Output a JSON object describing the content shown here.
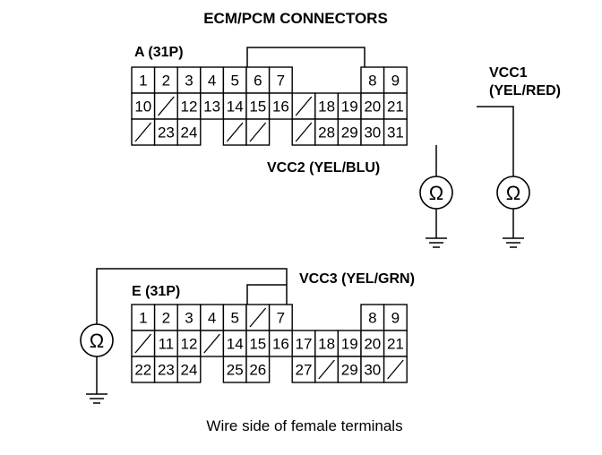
{
  "title": "ECM/PCM CONNECTORS",
  "caption": "Wire side of female terminals",
  "connectors": [
    {
      "name": "A (31P)",
      "rows": [
        [
          "1",
          "2",
          "3",
          "4",
          "5",
          "6",
          "7",
          "",
          "8",
          "9"
        ],
        [
          "10",
          "/",
          "12",
          "13",
          "14",
          "15",
          "16",
          "/",
          "18",
          "19",
          "20",
          "21"
        ],
        [
          "/",
          "23",
          "24",
          "",
          "/",
          "/",
          "",
          "/",
          "28",
          "29",
          "30",
          "31"
        ]
      ]
    },
    {
      "name": "E (31P)",
      "rows": [
        [
          "1",
          "2",
          "3",
          "4",
          "5",
          "/",
          "7",
          "",
          "8",
          "9"
        ],
        [
          "/",
          "11",
          "12",
          "/",
          "14",
          "15",
          "16",
          "17",
          "18",
          "19",
          "20",
          "21"
        ],
        [
          "22",
          "23",
          "24",
          "",
          "25",
          "26",
          "",
          "27",
          "/",
          "29",
          "30",
          "/"
        ]
      ]
    }
  ],
  "labels": {
    "vcc1": "VCC1",
    "vcc1_color": "(YEL/RED)",
    "vcc2": "VCC2 (YEL/BLU)",
    "vcc3": "VCC3 (YEL/GRN)"
  },
  "symbols": {
    "ohm": "Ω",
    "ohmmeter_icon": "ohmmeter-icon",
    "ground_icon": "ground-icon"
  }
}
